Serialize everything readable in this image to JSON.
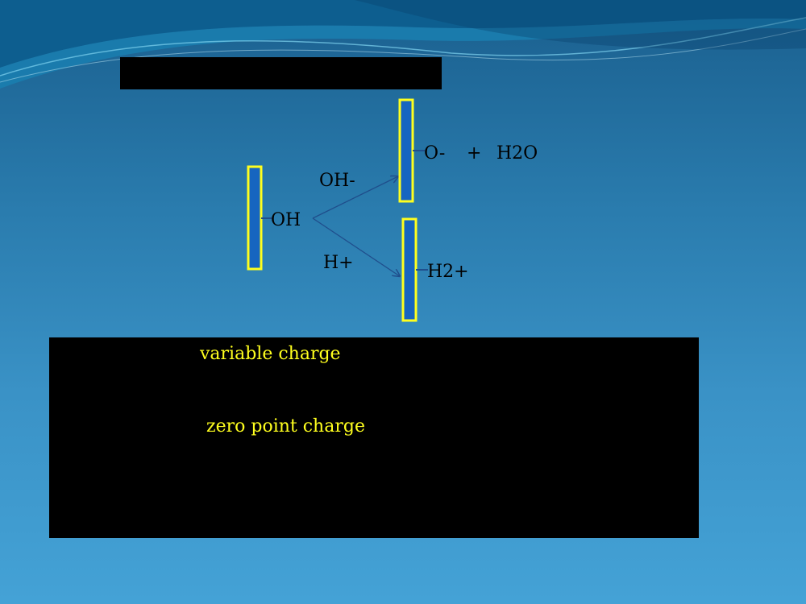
{
  "diagram": {
    "labels": {
      "oh": "OH",
      "oh_minus": "OH-",
      "h_plus": "H+",
      "o_minus": "O-",
      "plus": "+",
      "h2o": "H2O",
      "h2_plus": "H2+"
    }
  },
  "text_box": {
    "term_1": "variable charge",
    "term_2": "zero point charge"
  },
  "colors": {
    "plate_fill": "#1665c0",
    "plate_border": "#ffff1e",
    "highlight_text": "#ffff1e",
    "arrow": "#1f4e8c"
  }
}
